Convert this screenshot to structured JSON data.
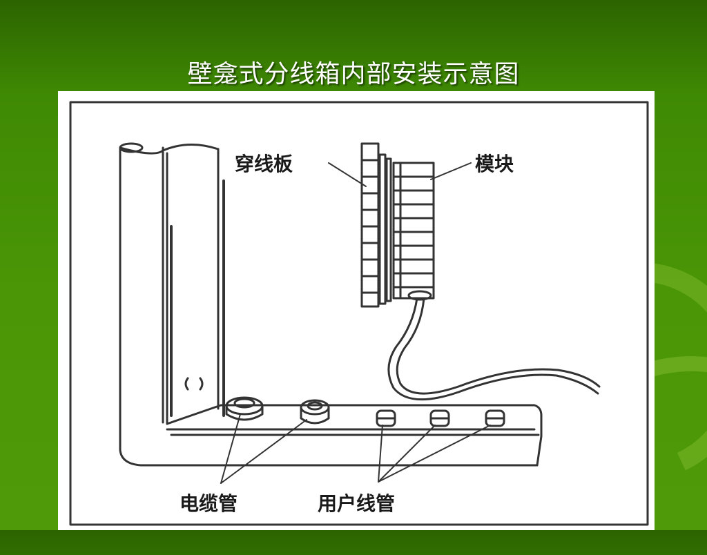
{
  "slide": {
    "title": "壁龛式分线箱内部安装示意图"
  },
  "diagram": {
    "labels": {
      "threading_board": "穿线板",
      "module": "模块",
      "cable_conduit": "电缆管",
      "user_conduit": "用户线管"
    }
  },
  "colors": {
    "background_green": "#4a9606",
    "line": "#333333",
    "panel": "#ffffff"
  }
}
